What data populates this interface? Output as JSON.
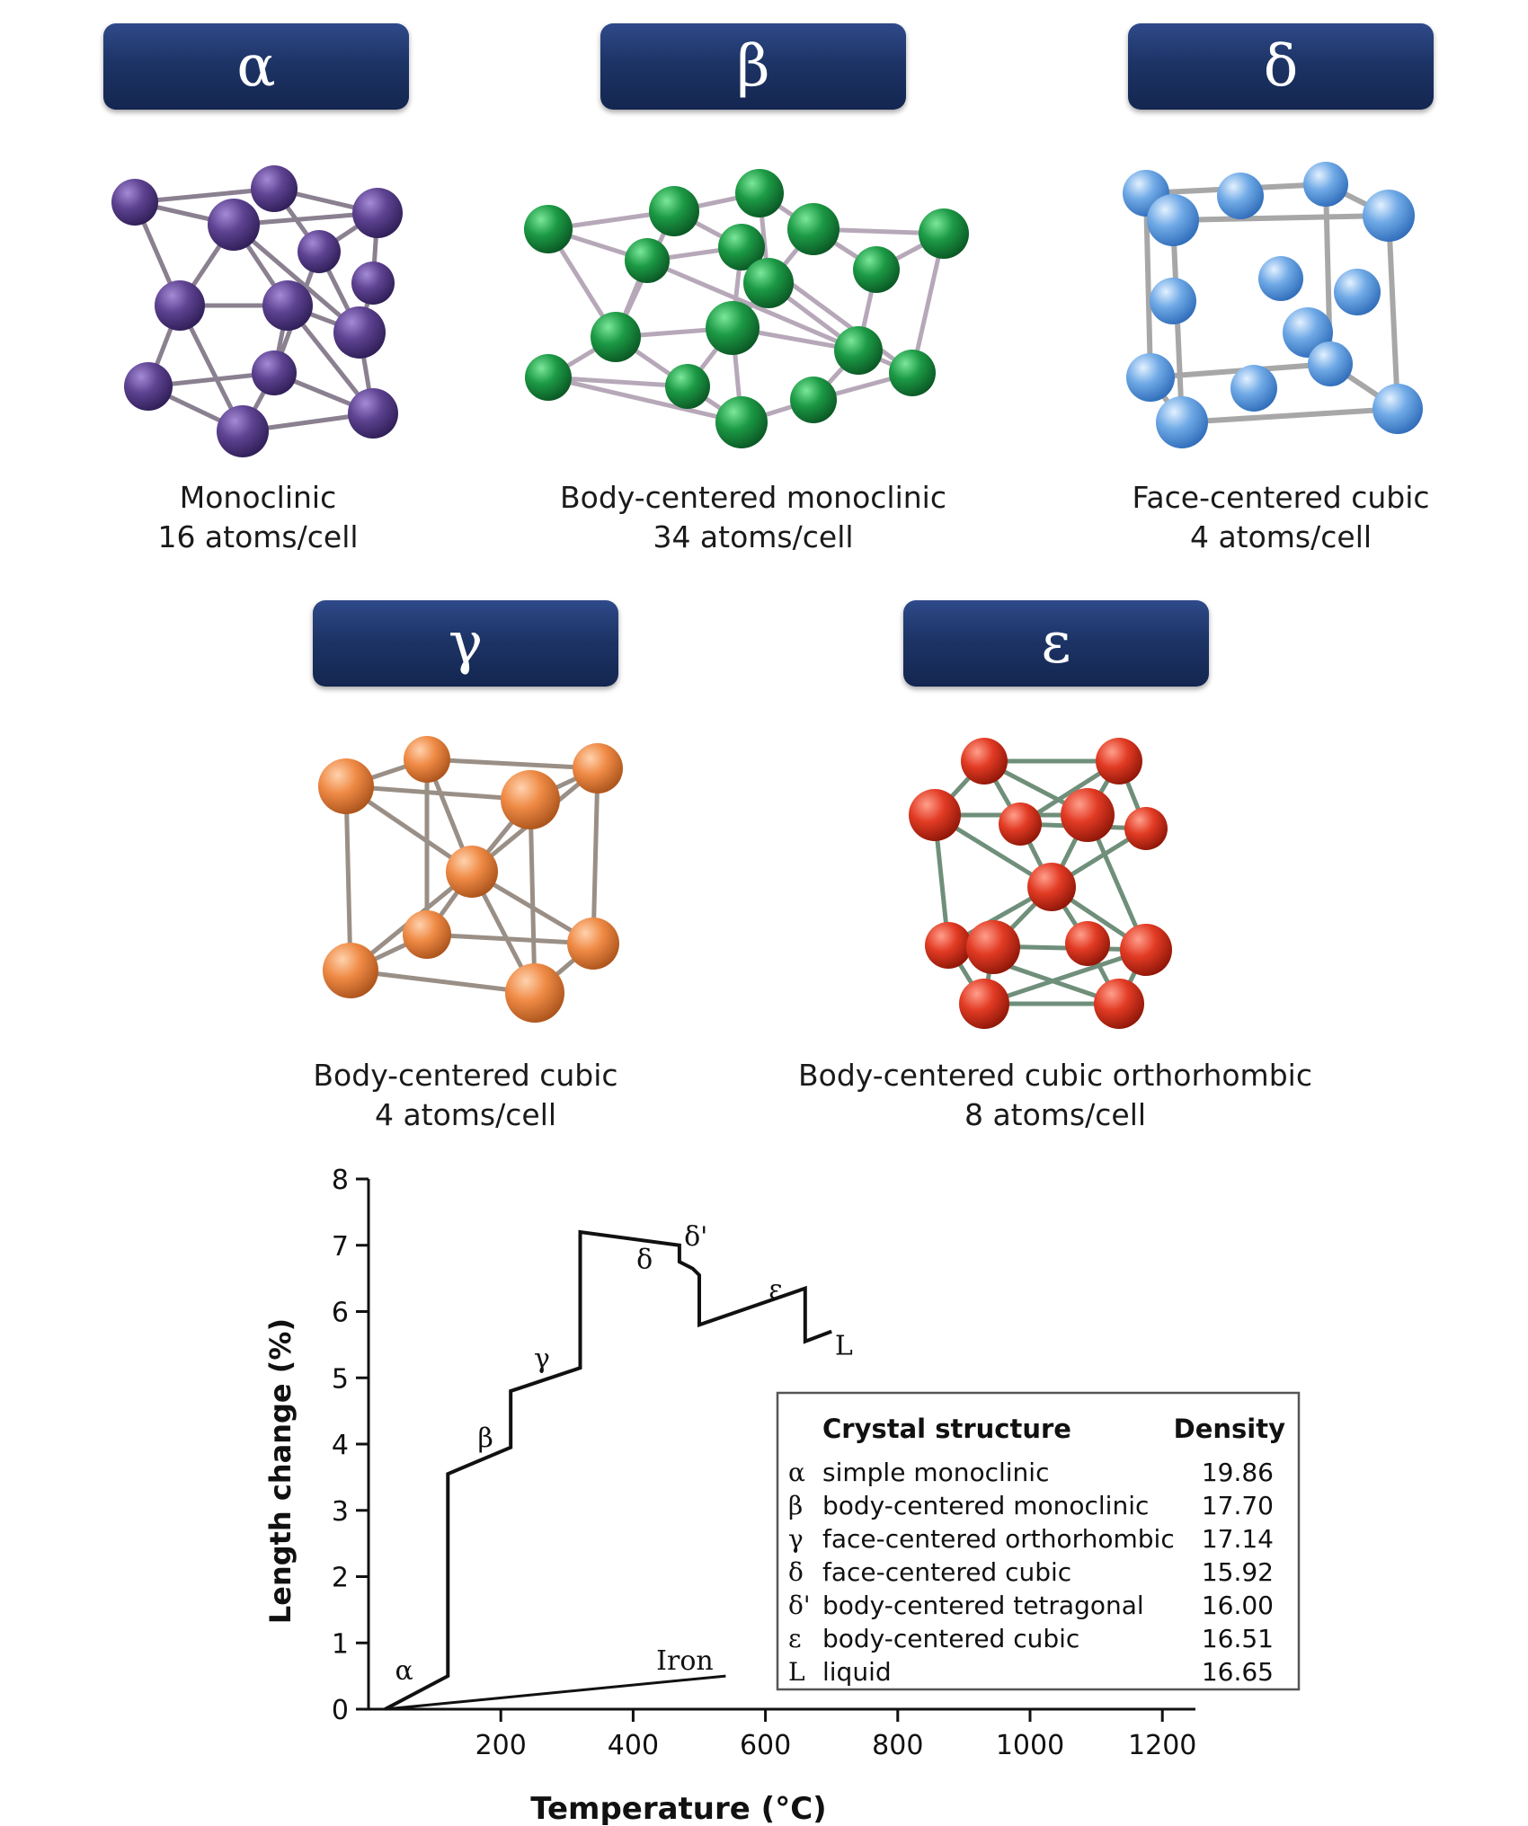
{
  "phases": [
    {
      "symbol": "α",
      "structure": "Monoclinic",
      "atoms": "16 atoms/cell",
      "color": "#5b3e8e"
    },
    {
      "symbol": "β",
      "structure": "Body-centered monoclinic",
      "atoms": "34 atoms/cell",
      "color": "#1e9a46"
    },
    {
      "symbol": "δ",
      "structure": "Face-centered cubic",
      "atoms": "4 atoms/cell",
      "color": "#6aa8e6"
    },
    {
      "symbol": "γ",
      "structure": "Body-centered cubic",
      "atoms": "4 atoms/cell",
      "color": "#ee8c4a"
    },
    {
      "symbol": "ε",
      "structure": "Body-centered cubic orthorhombic",
      "atoms": "8 atoms/cell",
      "color": "#e23b26"
    }
  ],
  "chart_data": {
    "type": "line",
    "xlabel": "Temperature (°C)",
    "ylabel": "Length change (%)",
    "xlim": [
      0,
      1250
    ],
    "ylim": [
      0,
      8
    ],
    "xticks": [
      200,
      400,
      600,
      800,
      1000,
      1200
    ],
    "yticks": [
      0,
      1,
      2,
      3,
      4,
      5,
      6,
      7,
      8
    ],
    "series": [
      {
        "name": "",
        "x": [
          25,
          120,
          120,
          215,
          215,
          230,
          230,
          320,
          320,
          470,
          470,
          490,
          490,
          500,
          500,
          660,
          660,
          700
        ],
        "y": [
          0,
          0.5,
          3.55,
          3.95,
          4.8,
          4.85,
          4.85,
          5.15,
          7.2,
          7.0,
          6.75,
          6.65,
          6.65,
          6.55,
          5.8,
          6.35,
          5.55,
          5.7
        ]
      },
      {
        "name": "Iron",
        "x": [
          25,
          540
        ],
        "y": [
          0,
          0.5
        ]
      }
    ],
    "annotations": [
      {
        "text": "α",
        "x": 40,
        "y": 0.45
      },
      {
        "text": "β",
        "x": 165,
        "y": 3.95
      },
      {
        "text": "γ",
        "x": 250,
        "y": 5.15
      },
      {
        "text": "δ",
        "x": 405,
        "y": 6.65
      },
      {
        "text": "δ'",
        "x": 477,
        "y": 7.0
      },
      {
        "text": "ε",
        "x": 605,
        "y": 6.2
      },
      {
        "text": "L",
        "x": 705,
        "y": 5.35
      },
      {
        "text": "Iron",
        "x": 435,
        "y": 0.6
      }
    ],
    "table": {
      "headers": [
        "Crystal structure",
        "Density"
      ],
      "rows": [
        {
          "sym": "α",
          "name": "simple monoclinic",
          "density": "19.86"
        },
        {
          "sym": "β",
          "name": "body-centered monoclinic",
          "density": "17.70"
        },
        {
          "sym": "γ",
          "name": "face-centered orthorhombic",
          "density": "17.14"
        },
        {
          "sym": "δ",
          "name": "face-centered cubic",
          "density": "15.92"
        },
        {
          "sym": "δ'",
          "name": "body-centered tetragonal",
          "density": "16.00"
        },
        {
          "sym": "ε",
          "name": "body-centered cubic",
          "density": "16.51"
        },
        {
          "sym": "L",
          "name": "liquid",
          "density": "16.65"
        }
      ]
    }
  }
}
